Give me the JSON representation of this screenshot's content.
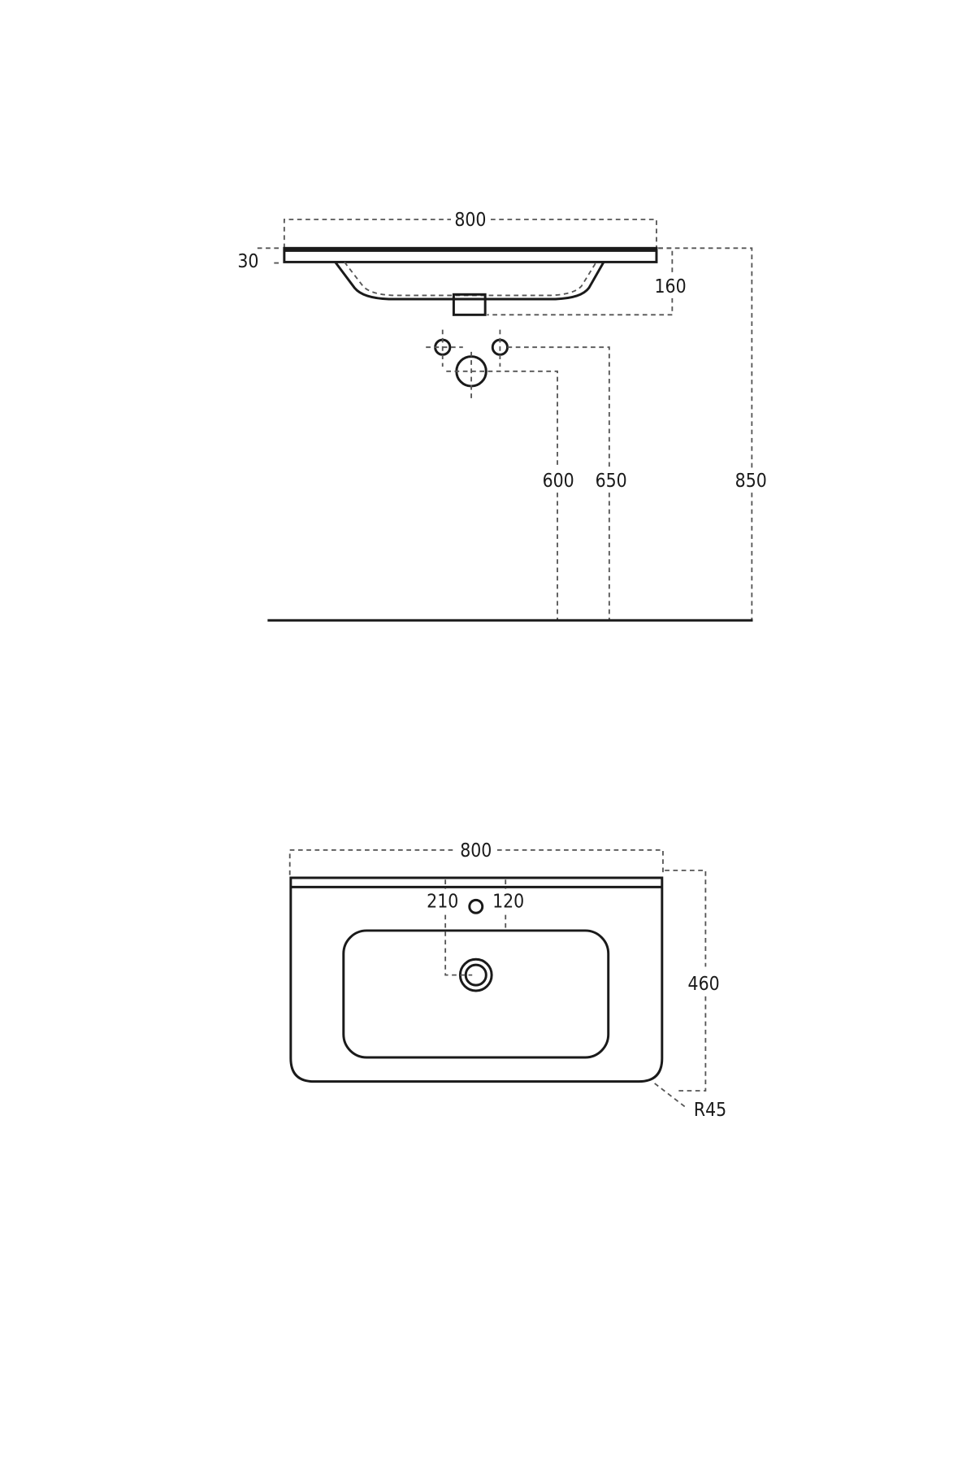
{
  "side_view": {
    "width_label": "800",
    "thickness_label": "30",
    "depth_label": "160",
    "waste_height_label": "600",
    "supply_height_label": "650",
    "top_height_label": "850"
  },
  "top_view": {
    "width_label": "800",
    "tap_offset_left_label": "210",
    "tap_offset_right_label": "120",
    "depth_label": "460",
    "corner_radius_label": "R45"
  }
}
